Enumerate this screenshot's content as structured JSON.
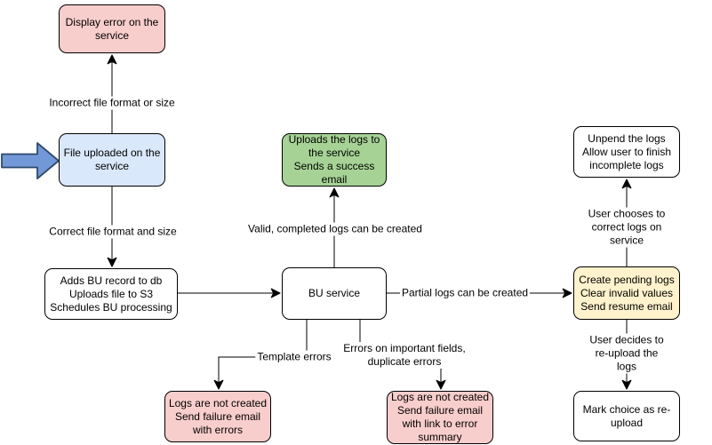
{
  "colors": {
    "pink": "#F8CECC",
    "blue": "#DAE8FC",
    "green": "#A6D395",
    "yellow": "#FFF2CC",
    "white": "#FFFFFF",
    "border": "#000000",
    "arrow_fill": "#7398D8",
    "arrow_stroke": "#2E4A6B"
  },
  "nodes": {
    "display_error": {
      "label": "Display error on the\nservice"
    },
    "file_uploaded": {
      "label": "File uploaded on the\nservice"
    },
    "adds_bu_record": {
      "label": "Adds BU record to db\nUploads file to S3\nSchedules BU processing"
    },
    "bu_service": {
      "label": "BU service"
    },
    "uploads_logs": {
      "label": "Uploads the logs to\nthe service\nSends a success\nemail"
    },
    "create_pending": {
      "label": "Create pending logs\nClear invalid values\nSend resume email"
    },
    "unpend_logs": {
      "label": "Unpend the logs\nAllow user to finish\nincomplete logs"
    },
    "mark_reupload": {
      "label": "Mark choice as re-\nupload"
    },
    "failure_errors": {
      "label": "Logs are not created\nSend failure email\nwith errors"
    },
    "failure_summary": {
      "label": "Logs are not created\nSend failure email\nwith link to error\nsummary"
    }
  },
  "edges": {
    "incorrect_format": "Incorrect file format or size",
    "correct_format": "Correct file format and size",
    "valid_logs": "Valid, completed logs can be created",
    "partial_logs": "Partial logs can be created",
    "template_errors": "Template errors",
    "important_errors": "Errors on important fields,\nduplicate errors",
    "user_corrects": "User chooses to correct logs on service",
    "user_reuploads": "User decides to re-upload the logs"
  }
}
